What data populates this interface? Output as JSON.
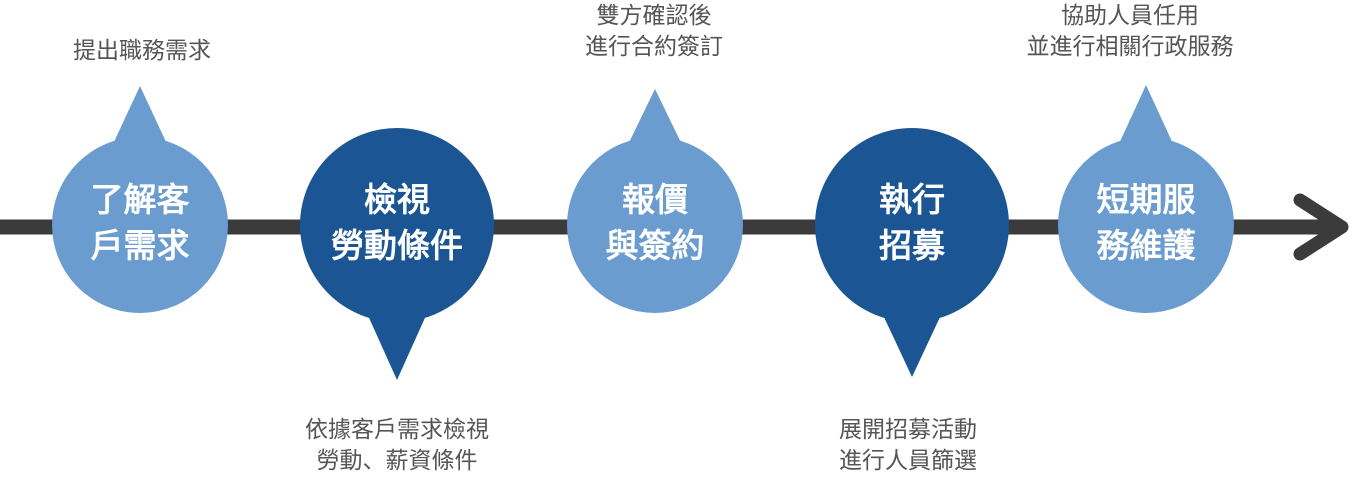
{
  "colors": {
    "light": "#6a9ccf",
    "dark": "#1b5593",
    "axis": "#3b3b3b"
  },
  "steps": [
    {
      "title": [
        "了解客",
        "戶需求"
      ],
      "caption": [
        "提出職務需求"
      ],
      "tone": "light",
      "pointer": "up"
    },
    {
      "title": [
        "檢視",
        "勞動條件"
      ],
      "caption": [
        "依據客戶需求檢視",
        "勞動、薪資條件"
      ],
      "tone": "dark",
      "pointer": "down"
    },
    {
      "title": [
        "報價",
        "與簽約"
      ],
      "caption": [
        "雙方確認後",
        "進行合約簽訂"
      ],
      "tone": "light",
      "pointer": "up"
    },
    {
      "title": [
        "執行",
        "招募"
      ],
      "caption": [
        "展開招募活動",
        "進行人員篩選"
      ],
      "tone": "dark",
      "pointer": "down"
    },
    {
      "title": [
        "短期服",
        "務維護"
      ],
      "caption": [
        "協助人員任用",
        "並進行相關行政服務"
      ],
      "tone": "light",
      "pointer": "up"
    }
  ]
}
